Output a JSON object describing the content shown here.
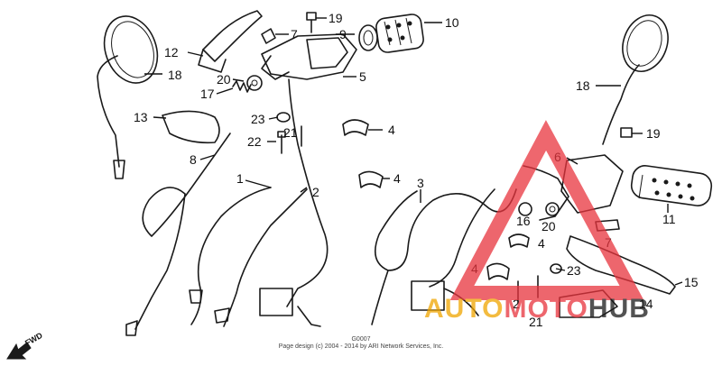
{
  "callouts": [
    {
      "id": "10",
      "text": "10"
    },
    {
      "id": "19a",
      "text": "19"
    },
    {
      "id": "9",
      "text": "9"
    },
    {
      "id": "7a",
      "text": "7"
    },
    {
      "id": "12",
      "text": "12"
    },
    {
      "id": "18a",
      "text": "18"
    },
    {
      "id": "5",
      "text": "5"
    },
    {
      "id": "20a",
      "text": "20"
    },
    {
      "id": "17",
      "text": "17"
    },
    {
      "id": "13",
      "text": "13"
    },
    {
      "id": "23a",
      "text": "23"
    },
    {
      "id": "4a",
      "text": "4"
    },
    {
      "id": "22",
      "text": "22"
    },
    {
      "id": "21a",
      "text": "21"
    },
    {
      "id": "8",
      "text": "8"
    },
    {
      "id": "1",
      "text": "1"
    },
    {
      "id": "2a",
      "text": "2"
    },
    {
      "id": "4b",
      "text": "4"
    },
    {
      "id": "3",
      "text": "3"
    },
    {
      "id": "18b",
      "text": "18"
    },
    {
      "id": "19b",
      "text": "19"
    },
    {
      "id": "6",
      "text": "6"
    },
    {
      "id": "11",
      "text": "11"
    },
    {
      "id": "16",
      "text": "16"
    },
    {
      "id": "20b",
      "text": "20"
    },
    {
      "id": "4c",
      "text": "4"
    },
    {
      "id": "7b",
      "text": "7"
    },
    {
      "id": "4d",
      "text": "4"
    },
    {
      "id": "23b",
      "text": "23"
    },
    {
      "id": "15",
      "text": "15"
    },
    {
      "id": "2b",
      "text": "2"
    },
    {
      "id": "14",
      "text": "14"
    },
    {
      "id": "21b",
      "text": "21"
    }
  ],
  "watermark": {
    "text_a": "AUTO",
    "text_b": "MOTO",
    "text_c": "HUB",
    "color_a": "#f0a500",
    "color_b": "#e8343d",
    "color_c": "#1a1a1a"
  },
  "fwd_label": "FWD",
  "copyright": "Page design (c) 2004 - 2014 by ARI Network Services, Inc.",
  "diagram_id": "G0007"
}
